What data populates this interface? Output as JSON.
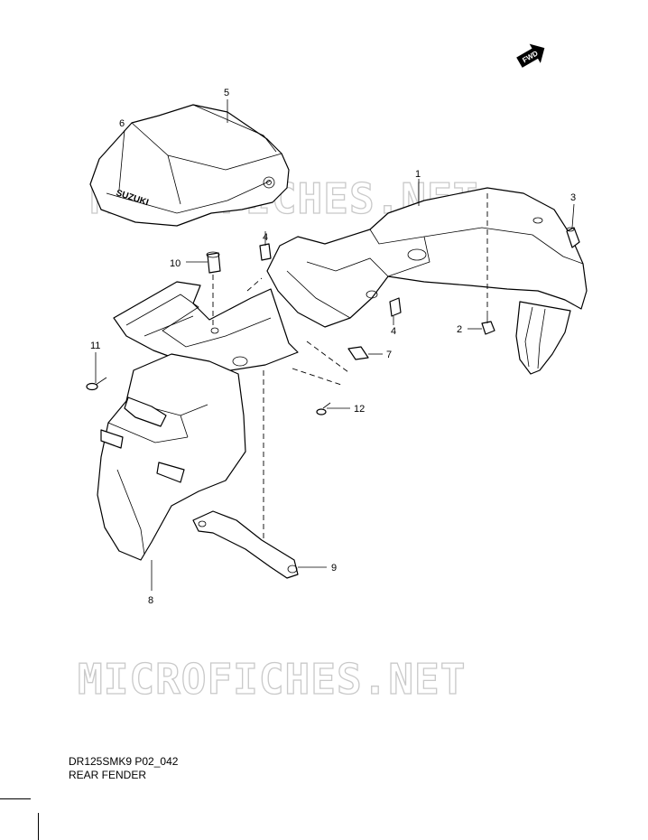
{
  "watermark": "MICROFICHES.NET",
  "fwd_label": "FWD",
  "brand_mark": "SUZUKI",
  "callouts": [
    "1",
    "2",
    "3",
    "4",
    "4",
    "5",
    "6",
    "7",
    "8",
    "9",
    "10",
    "11",
    "12"
  ],
  "caption": {
    "code": "DR125SMK9 P02_042",
    "title": "REAR FENDER"
  }
}
